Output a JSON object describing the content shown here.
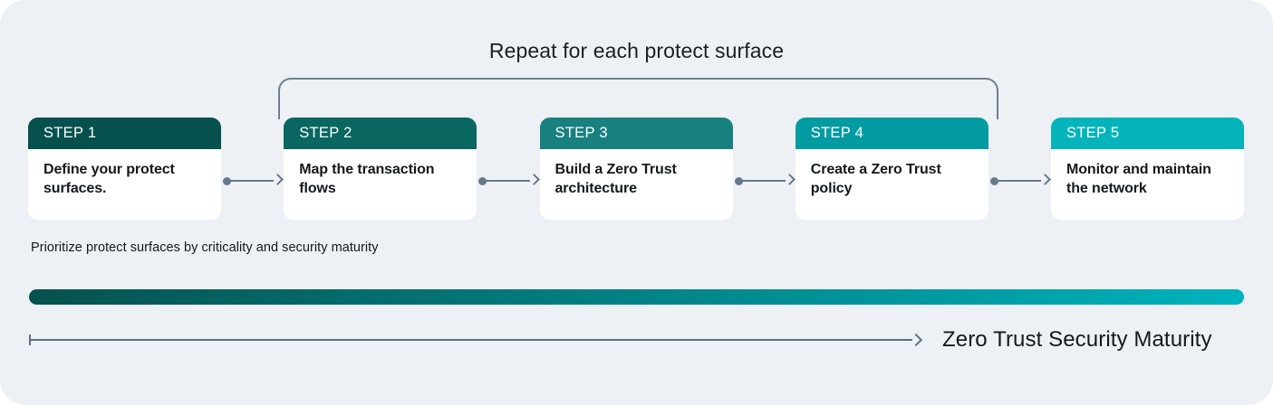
{
  "diagram": {
    "background_color": "#edf1f5",
    "repeat_label": "Repeat for each protect surface",
    "caption": "Prioritize protect surfaces by criticality and security maturity",
    "maturity_label": "Zero Trust Security Maturity",
    "gradient_start_color": "#06514e",
    "gradient_end_color": "#00b3bd",
    "connector_color": "#67798b",
    "bracket_color": "#6e7f8f"
  },
  "steps": [
    {
      "number": "STEP 1",
      "title": "Define your protect surfaces.",
      "header_color": "#06514e"
    },
    {
      "number": "STEP 2",
      "title": "Map the transaction flows",
      "header_color": "#0a6660"
    },
    {
      "number": "STEP 3",
      "title": "Build a Zero Trust architecture",
      "header_color": "#18817f"
    },
    {
      "number": "STEP 4",
      "title": "Create a Zero Trust policy",
      "header_color": "#039ba2"
    },
    {
      "number": "STEP 5",
      "title": "Monitor and maintain the network",
      "header_color": "#05b4bb"
    }
  ]
}
